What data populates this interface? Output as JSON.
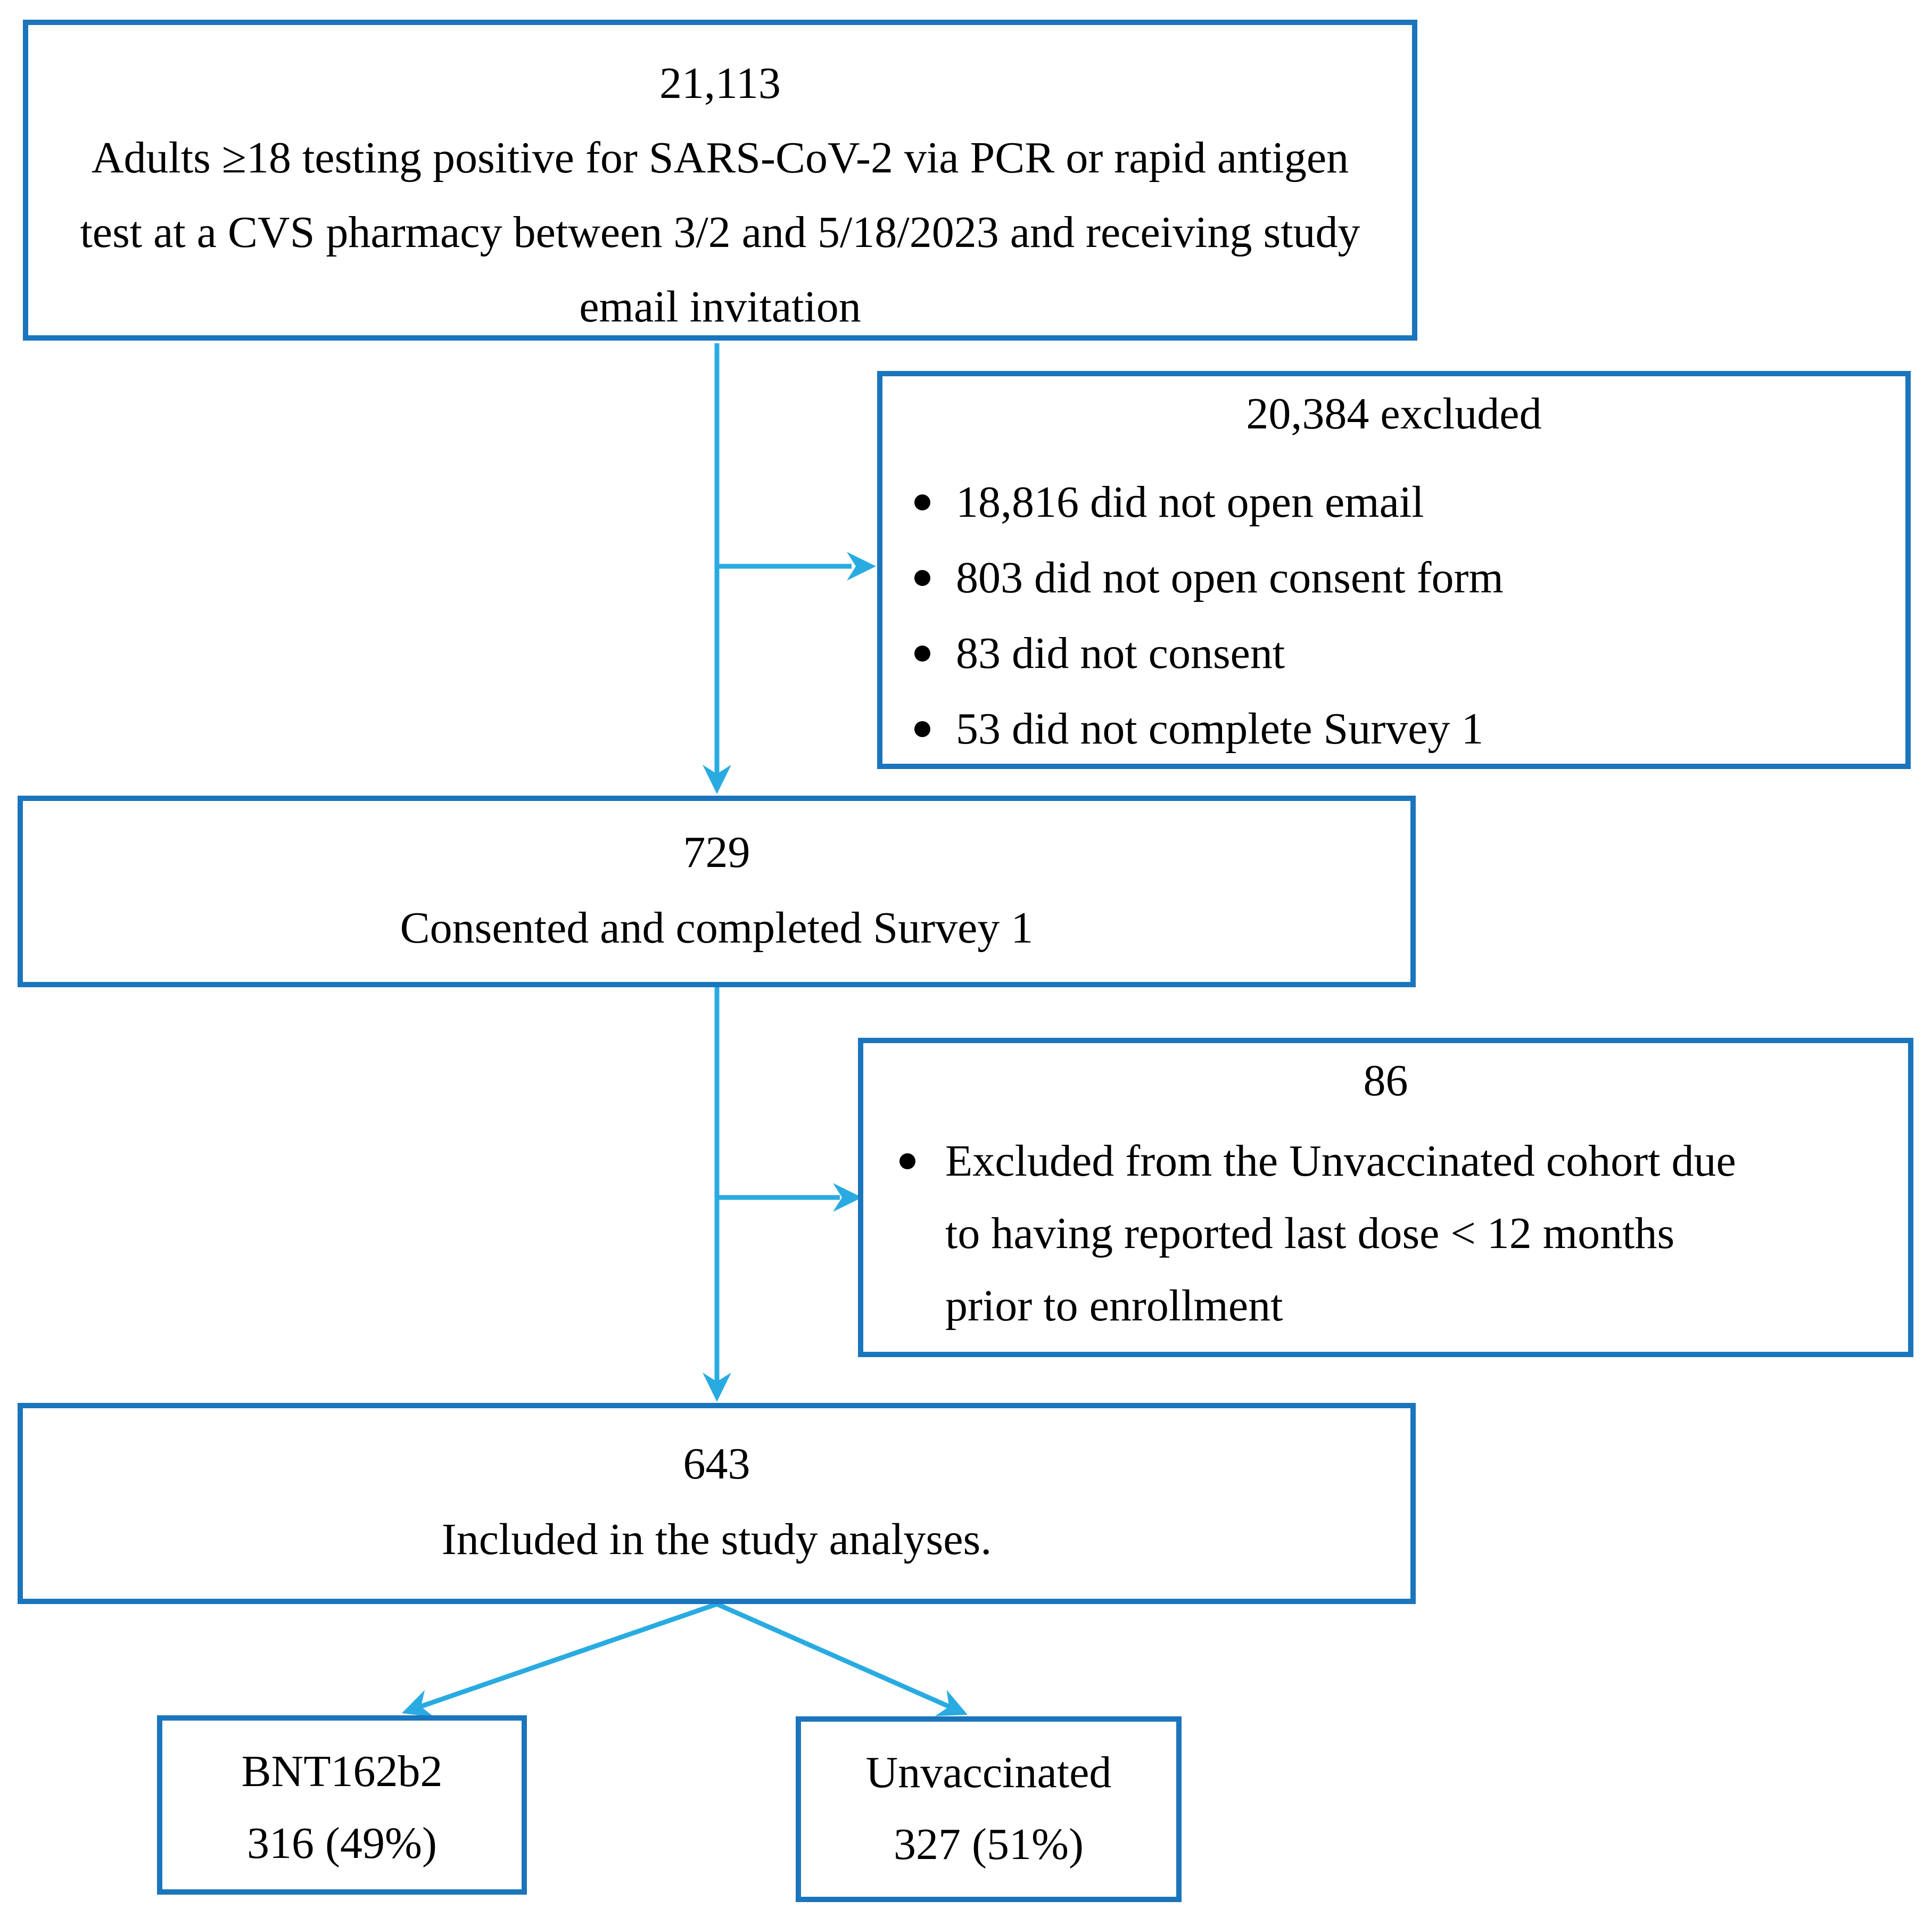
{
  "flowchart": {
    "colors": {
      "box_border": "#1b75bc",
      "arrow": "#29abe2",
      "text": "#000000",
      "background": "#ffffff"
    },
    "eligible": {
      "count": "21,113",
      "lines": [
        "Adults ≥18 testing positive for SARS-CoV-2 via PCR or rapid antigen",
        "test at a CVS pharmacy between 3/2 and 5/18/2023 and receiving study",
        "email invitation"
      ]
    },
    "excluded1": {
      "title": "20,384 excluded",
      "bullets": [
        "18,816 did not open email",
        "803 did not open consent form",
        "83 did not consent",
        "53 did not complete Survey 1"
      ]
    },
    "consented": {
      "count": "729",
      "label": "Consented and completed Survey 1"
    },
    "excluded2": {
      "count": "86",
      "bullet_lines": [
        "Excluded from the Unvaccinated cohort due",
        "to having reported last dose < 12 months",
        "prior to enrollment"
      ]
    },
    "included": {
      "count": "643",
      "label": "Included in the study analyses."
    },
    "arm_bnt": {
      "label": "BNT162b2",
      "count": "316 (49%)"
    },
    "arm_unvax": {
      "label": "Unvaccinated",
      "count": "327 (51%)"
    }
  }
}
